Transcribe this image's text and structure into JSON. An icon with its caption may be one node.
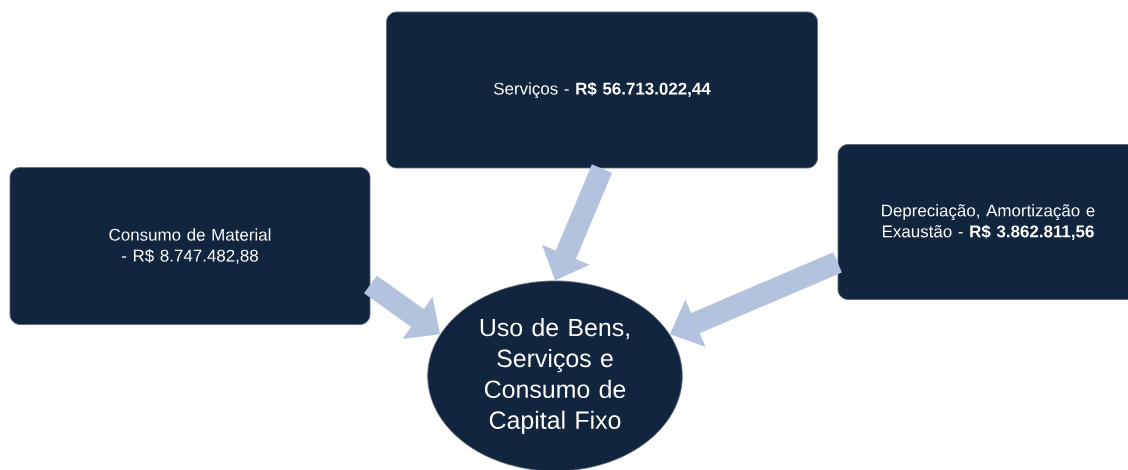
{
  "diagram": {
    "nodes": [
      {
        "text": [
          "Consumo de Material - R$ 8.747.482,88"
        ]
      },
      {
        "text": [
          "Serviços -  **R$ 56.713.022,44**"
        ]
      },
      {
        "text": [
          "Depreciação, Amortização e Exaustão - **R$ 3.862.811,56**"
        ]
      },
      {
        "text": [
          "Uso de Bens, Serviços e Consumo de Capital Fixo"
        ]
      }
    ],
    "edges": [
      {
        "from": 0,
        "to": 3,
        "arrow": "to"
      },
      {
        "from": 1,
        "to": 3,
        "arrow": "to"
      },
      {
        "from": 2,
        "to": 3,
        "arrow": "to"
      }
    ]
  }
}
